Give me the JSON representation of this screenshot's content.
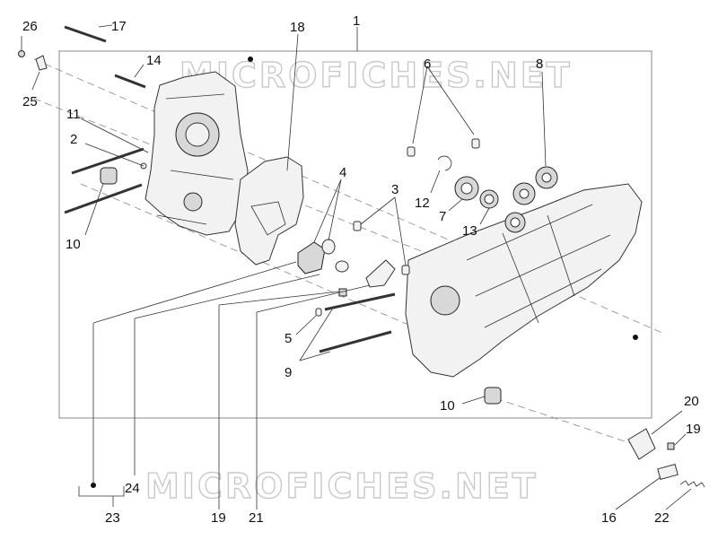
{
  "watermark": {
    "top_text": "MICROFICHES.NET",
    "bottom_text": "MICROFICHES.NET"
  },
  "callouts": [
    {
      "id": "c1",
      "label": "1"
    },
    {
      "id": "c2",
      "label": "2"
    },
    {
      "id": "c3",
      "label": "3"
    },
    {
      "id": "c4",
      "label": "4"
    },
    {
      "id": "c5",
      "label": "5"
    },
    {
      "id": "c6",
      "label": "6"
    },
    {
      "id": "c7",
      "label": "7"
    },
    {
      "id": "c8",
      "label": "8"
    },
    {
      "id": "c9",
      "label": "9"
    },
    {
      "id": "c10a",
      "label": "10"
    },
    {
      "id": "c10b",
      "label": "10"
    },
    {
      "id": "c11",
      "label": "11"
    },
    {
      "id": "c12",
      "label": "12"
    },
    {
      "id": "c13",
      "label": "13"
    },
    {
      "id": "c14",
      "label": "14"
    },
    {
      "id": "c16",
      "label": "16"
    },
    {
      "id": "c17",
      "label": "17"
    },
    {
      "id": "c18",
      "label": "18"
    },
    {
      "id": "c19a",
      "label": "19"
    },
    {
      "id": "c19b",
      "label": "19"
    },
    {
      "id": "c20",
      "label": "20"
    },
    {
      "id": "c21",
      "label": "21"
    },
    {
      "id": "c22",
      "label": "22"
    },
    {
      "id": "c23",
      "label": "23"
    },
    {
      "id": "c24",
      "label": "24"
    },
    {
      "id": "c25",
      "label": "25"
    },
    {
      "id": "c26",
      "label": "26"
    }
  ]
}
